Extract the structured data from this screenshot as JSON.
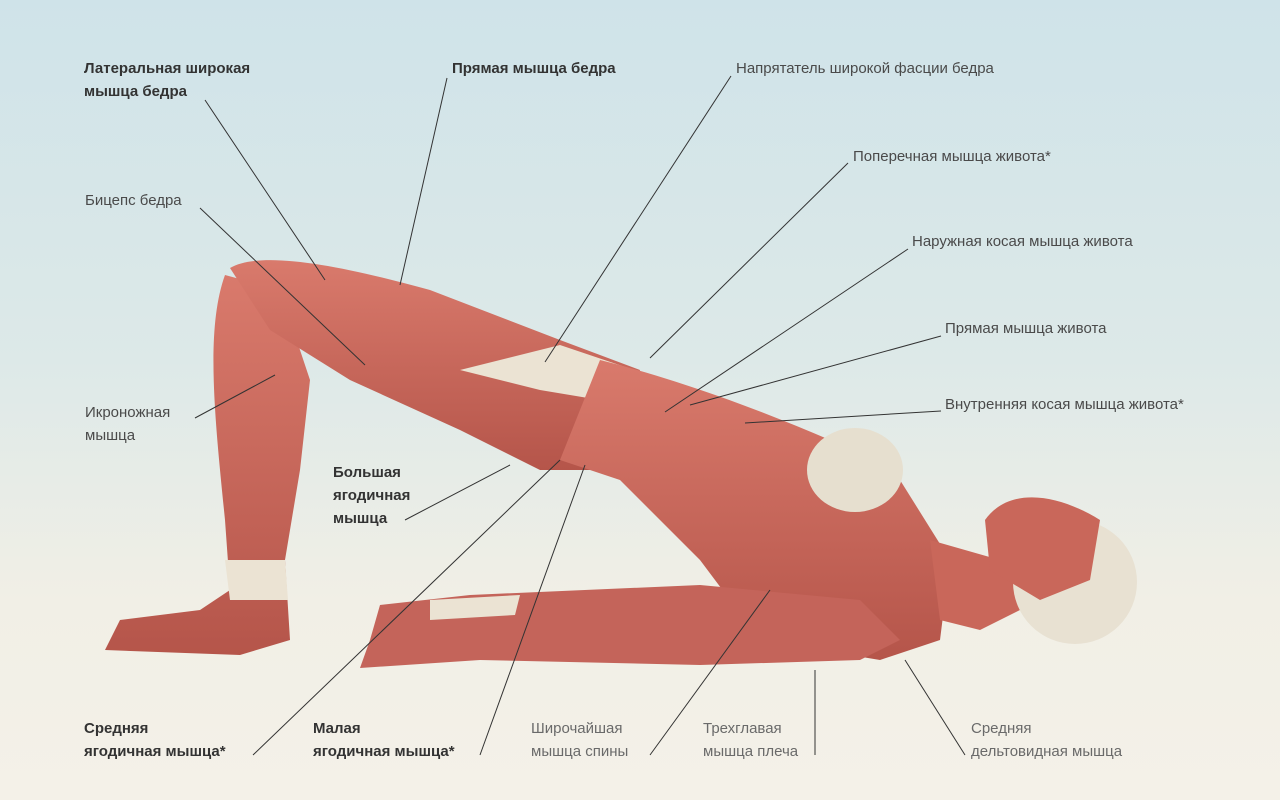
{
  "labels": {
    "vastus_lateralis": [
      "Латеральная широкая",
      "мышца бедра"
    ],
    "rectus_femoris": "Прямая мышца бедра",
    "tensor_fasciae": "Напрятатель широкой фасции бедра",
    "transverse_abdominis": "Поперечная мышца живота*",
    "biceps_femoris": "Бицепс бедра",
    "external_oblique": "Наружная косая мышца живота",
    "rectus_abdominis": "Прямая мышца живота",
    "internal_oblique": "Внутренняя косая мышца живота*",
    "gastrocnemius": [
      "Икроножная",
      "мышца"
    ],
    "gluteus_maximus": [
      "Большая",
      "ягодичная",
      "мышца"
    ],
    "gluteus_medius": [
      "Средняя",
      "ягодичная мышца*"
    ],
    "gluteus_minimus": [
      "Малая",
      "ягодичная мышца*"
    ],
    "latissimus": [
      "Широчайшая",
      "мышца спины"
    ],
    "triceps": [
      "Трехглавая",
      "мышца плеча"
    ],
    "deltoid": [
      "Средняя",
      "дельтовидная мышца"
    ]
  },
  "colors": {
    "muscle": "#c9675a",
    "muscle_dark": "#a94a40",
    "tendon": "#ebe3d3",
    "line": "#333333"
  }
}
